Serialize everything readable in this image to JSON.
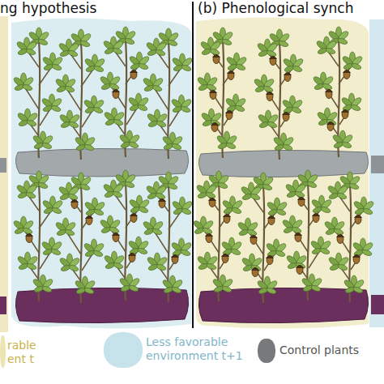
{
  "diagram": {
    "labels": [
      "ng hypothesis",
      "(b) Phenological synch"
    ],
    "legend": [
      {
        "text": "rable ent t",
        "color": "#e9e1a6"
      },
      {
        "text": "Less favorable environment t+1",
        "color": "#bcdde8"
      },
      {
        "text": "Control plants",
        "color": "#5f6163"
      }
    ]
  }
}
